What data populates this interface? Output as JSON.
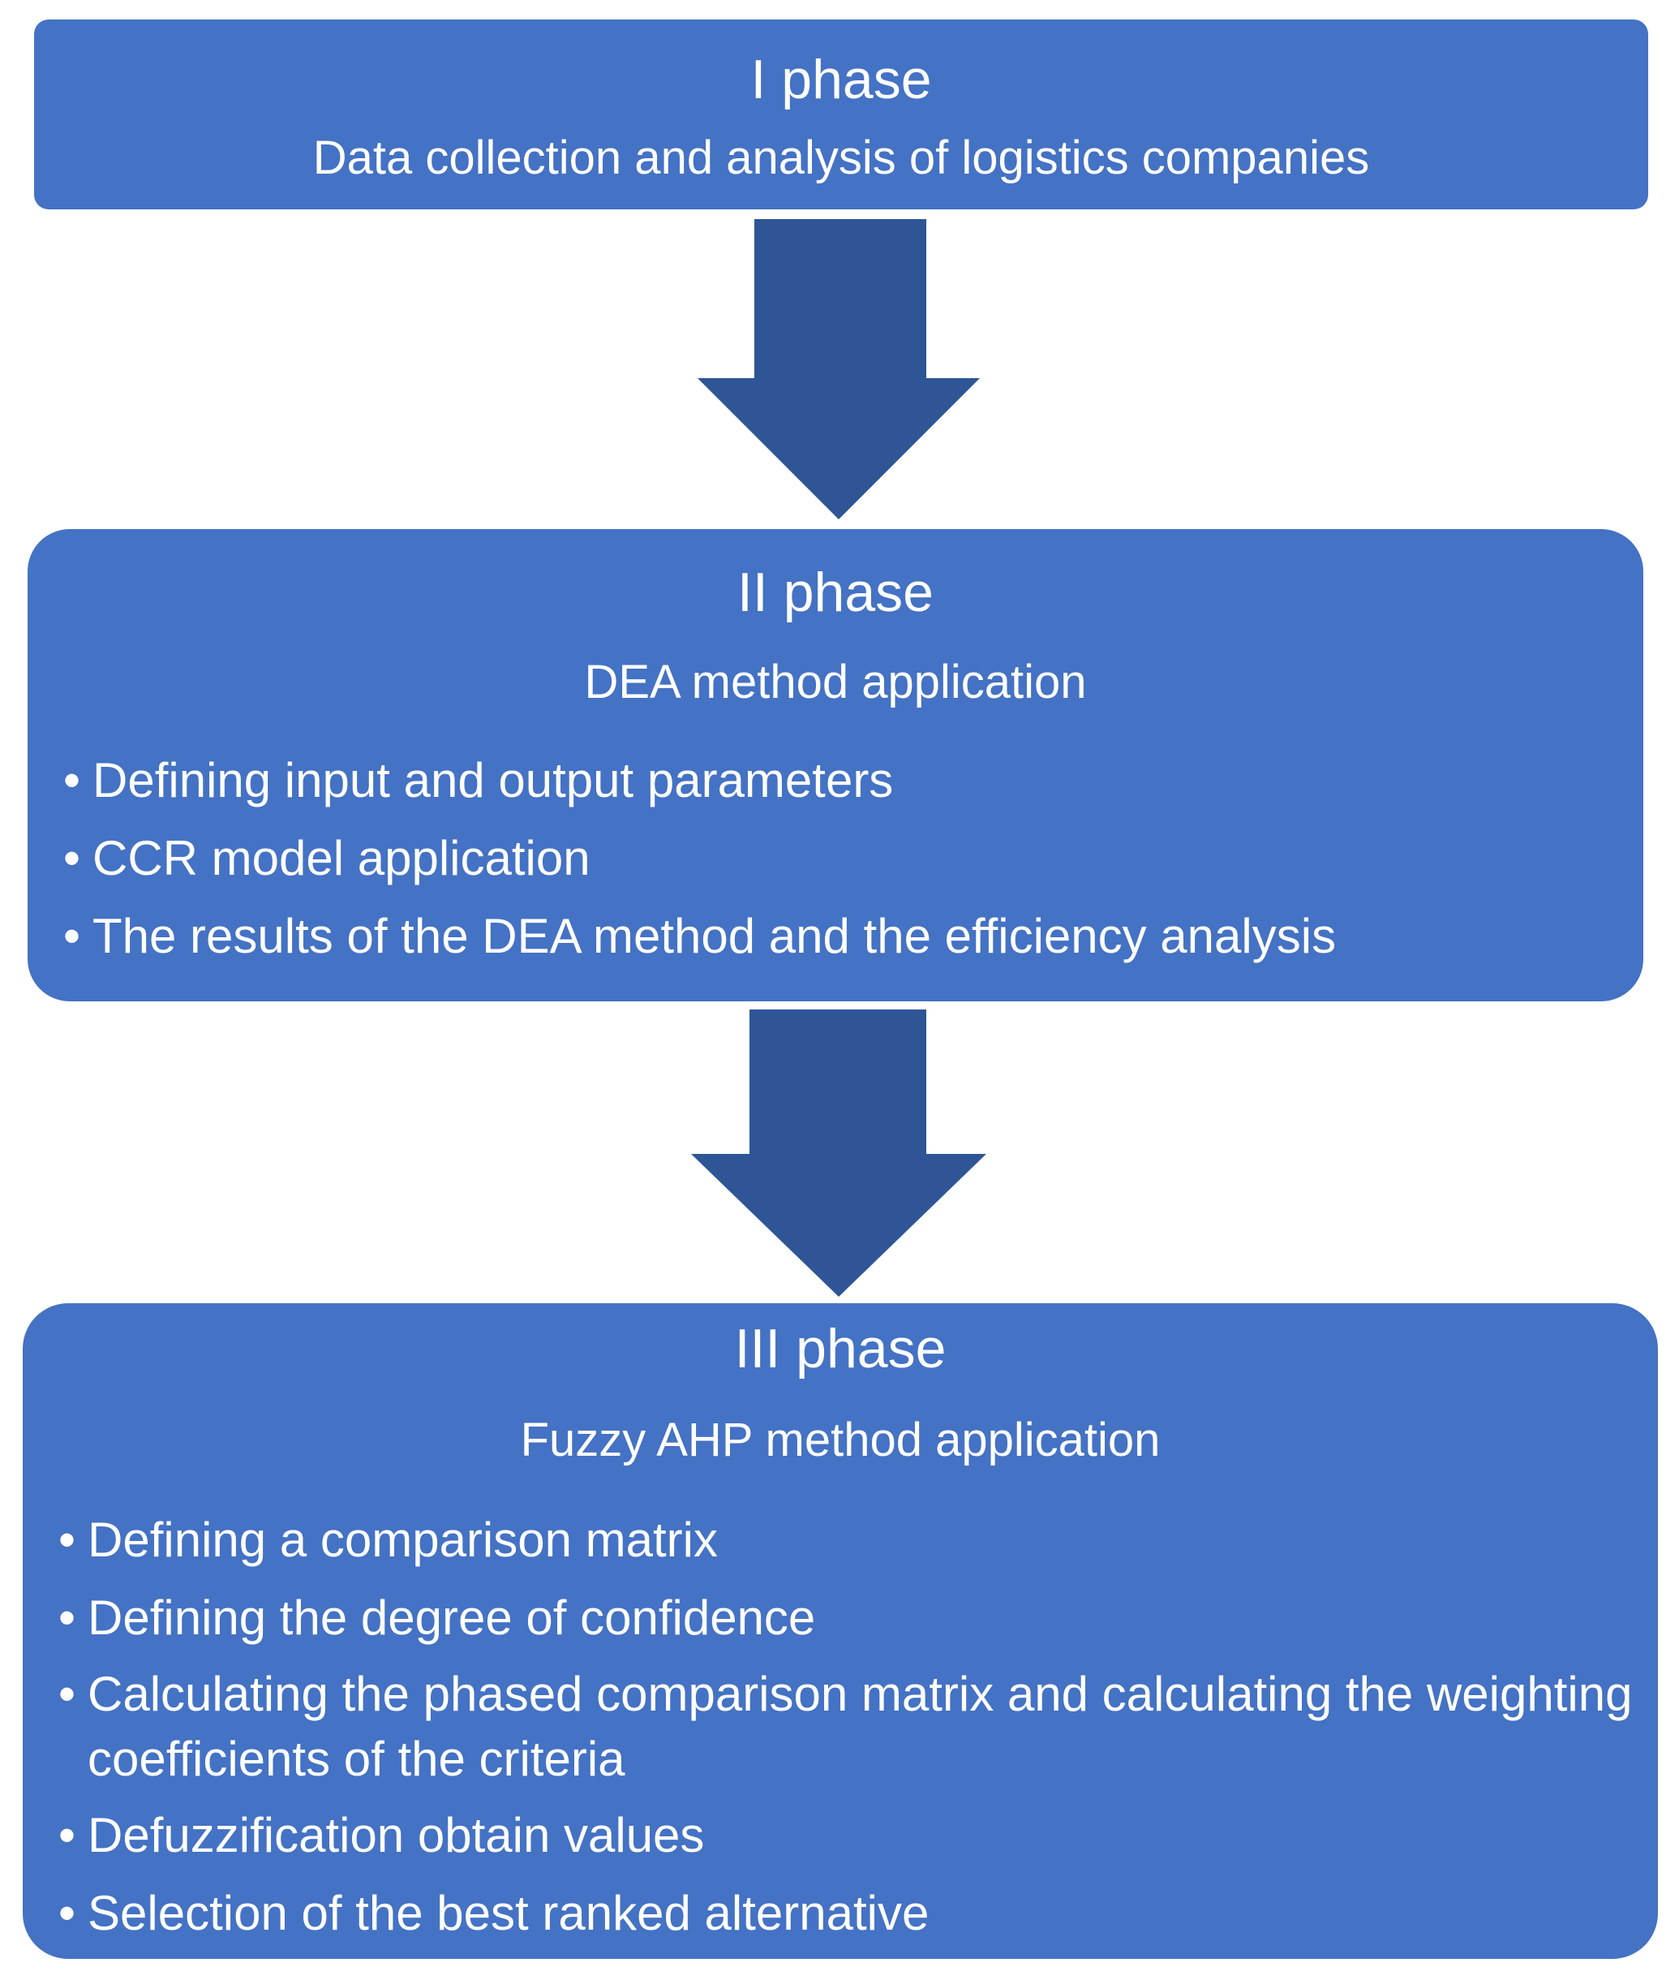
{
  "diagram": {
    "arrow_color": "#2f5597",
    "box_color": "#4472c4",
    "text_color": "#ffffff",
    "phases": [
      {
        "title": "I phase",
        "subtitle": "Data collection and analysis of logistics companies",
        "items": []
      },
      {
        "title": "II phase",
        "subtitle": "DEA method application",
        "items": [
          "Defining input and output parameters",
          "CCR model application",
          "The results of the DEA method and the efficiency analysis"
        ]
      },
      {
        "title": "III phase",
        "subtitle": "Fuzzy AHP method application",
        "items": [
          "Defining a comparison matrix",
          "Defining the degree of confidence",
          "Calculating the phased comparison matrix and calculating the weighting coefficients of the criteria",
          "Defuzzification obtain values",
          "Selection of the best ranked alternative"
        ]
      }
    ]
  }
}
